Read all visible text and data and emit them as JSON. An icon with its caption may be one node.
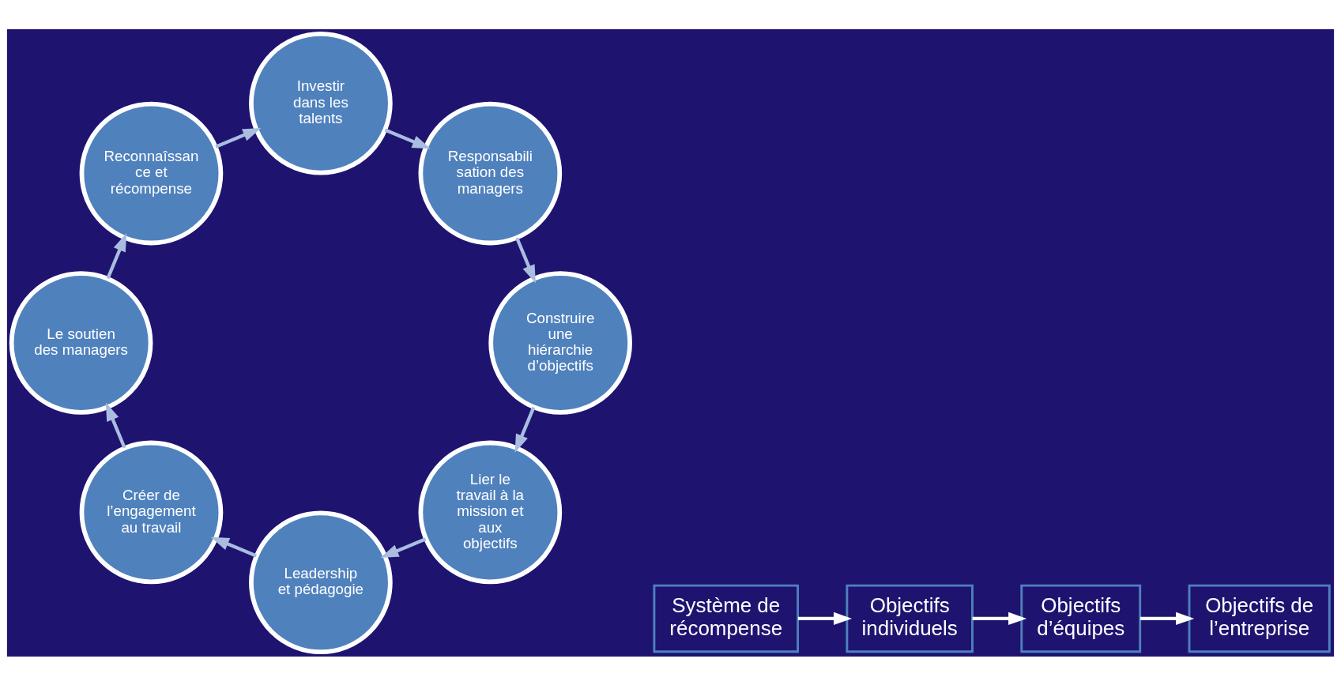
{
  "diagram": {
    "nodes": [
      {
        "text": [
          "Système de récompense"
        ]
      },
      {
        "text": [
          "Objectifs individuels"
        ]
      },
      {
        "text": [
          "Objectifs d’équipes"
        ]
      },
      {
        "text": [
          "Objectifs de l’entreprise"
        ]
      },
      {
        "text": [
          "Lier le travail à la mission et aux objectifs"
        ]
      },
      {
        "text": [
          "Leadership et pédagogie"
        ]
      },
      {
        "text": [
          "Créer de l’engagement au travail"
        ]
      },
      {
        "text": [
          "Le soutien des managers"
        ]
      },
      {
        "text": [
          "Reconnaîssance et récompense"
        ]
      },
      {
        "text": [
          "Investir dans les talents"
        ]
      },
      {
        "text": [
          "Responsabilisation des managers"
        ]
      },
      {
        "text": [
          "Construire une hiérarchie d’objectifs"
        ]
      }
    ],
    "edges": [
      {
        "from": 0,
        "to": 1,
        "arrow": "to"
      },
      {
        "from": 1,
        "to": 2,
        "arrow": "to"
      },
      {
        "from": 2,
        "to": 3,
        "arrow": "to"
      },
      {
        "from": 4,
        "to": 5,
        "arrow": "to",
        "color": "#a9bde0"
      },
      {
        "from": 5,
        "to": 6,
        "arrow": "to",
        "color": "#a9bde0"
      },
      {
        "from": 6,
        "to": 7,
        "arrow": "to",
        "color": "#a9bde0"
      },
      {
        "from": 7,
        "to": 8,
        "arrow": "to",
        "color": "#a9bde0"
      },
      {
        "from": 8,
        "to": 9,
        "arrow": "to",
        "color": "#a9bde0"
      },
      {
        "from": 9,
        "to": 10,
        "arrow": "to",
        "color": "#a9bde0"
      },
      {
        "from": 10,
        "to": 11,
        "arrow": "to",
        "color": "#a9bde0"
      },
      {
        "from": 11,
        "to": 4,
        "arrow": "to",
        "color": "#a9bde0"
      }
    ]
  }
}
